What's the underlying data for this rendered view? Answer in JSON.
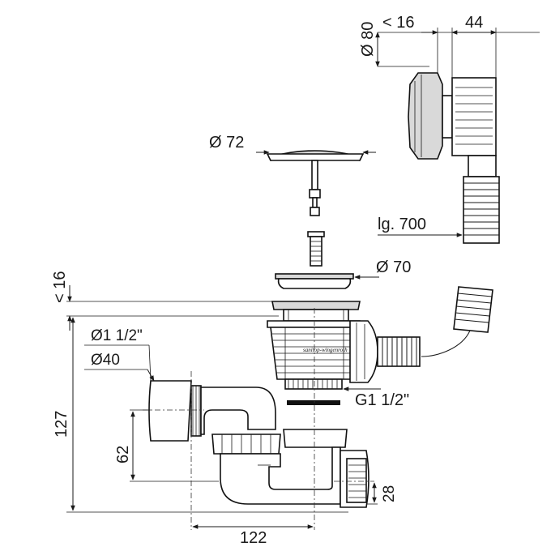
{
  "labels": {
    "dia80": "Ø 80",
    "lt16_top": "< 16",
    "w44": "44",
    "dia72": "Ø 72",
    "lg700": "lg. 700",
    "lt16_side": "< 16",
    "dia70": "Ø 70",
    "dia1_1_2": "Ø1 1/2\"",
    "dia40": "Ø40",
    "h127": "127",
    "g1_1_2": "G1 1/2\"",
    "h62": "62",
    "h28": "28",
    "w122": "122"
  },
  "brand_mark": "sanitop-wingenroth"
}
